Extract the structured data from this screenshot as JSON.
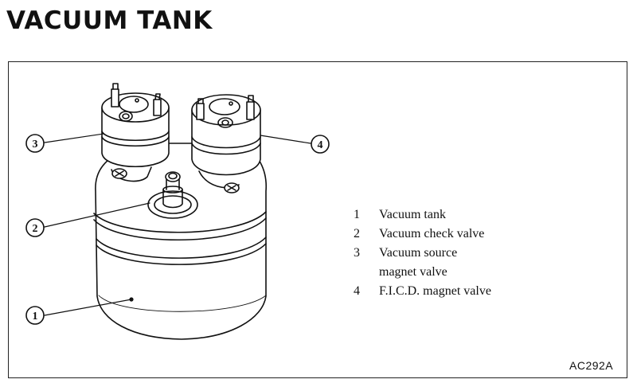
{
  "title": "VACUUM TANK",
  "figure_code": "AC292A",
  "callouts": [
    "3",
    "2",
    "1",
    "4"
  ],
  "legend": [
    {
      "num": "1",
      "lines": [
        "Vacuum tank"
      ]
    },
    {
      "num": "2",
      "lines": [
        "Vacuum check valve"
      ]
    },
    {
      "num": "3",
      "lines": [
        "Vacuum source",
        "magnet valve"
      ]
    },
    {
      "num": "4",
      "lines": [
        "F.I.C.D. magnet valve"
      ]
    }
  ]
}
